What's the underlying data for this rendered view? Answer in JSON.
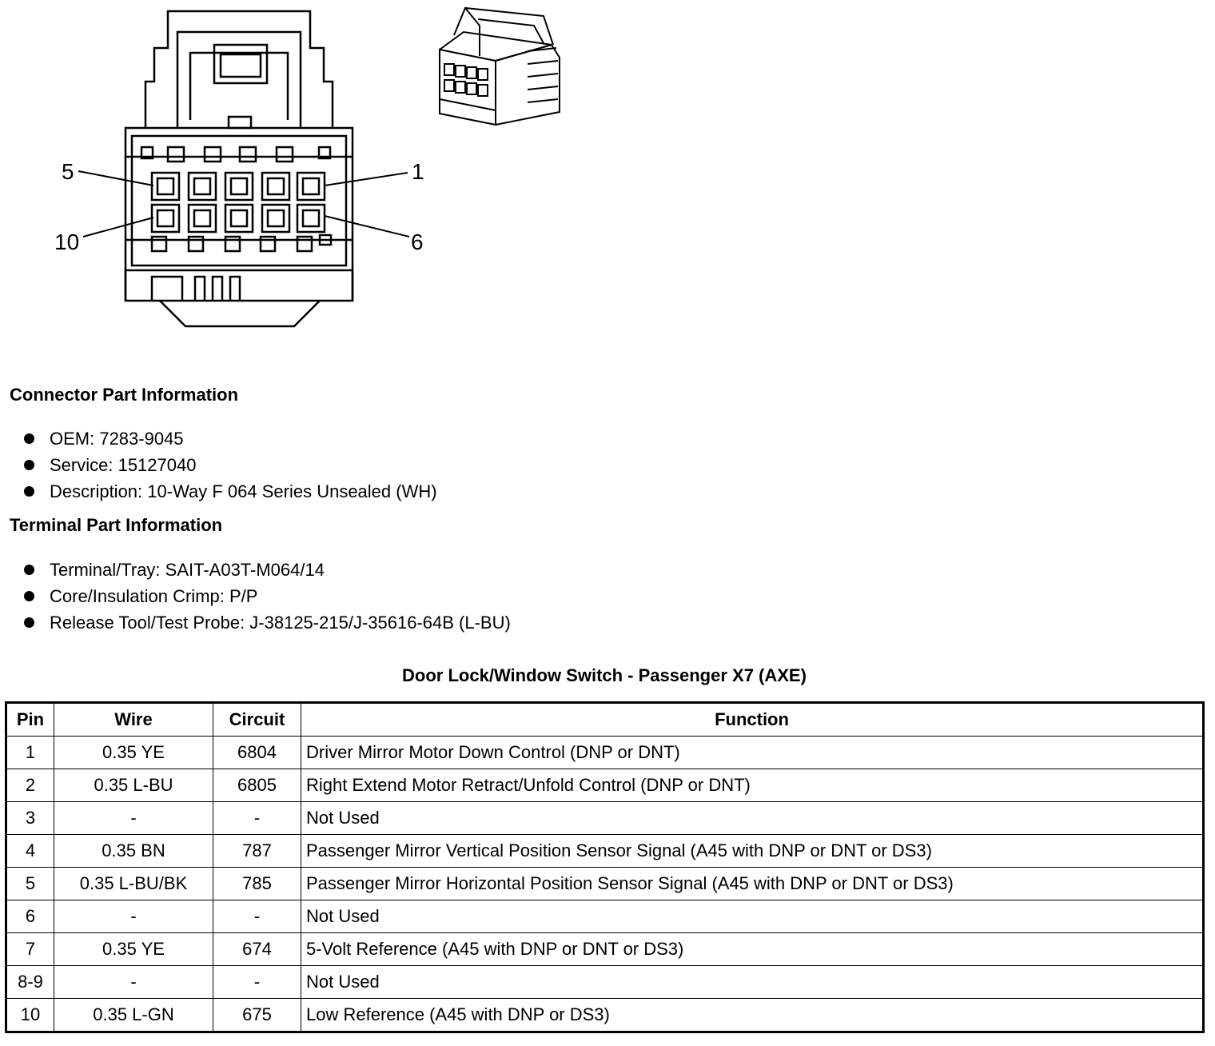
{
  "diagram": {
    "pin_labels": {
      "top_left": "5",
      "top_right": "1",
      "bottom_left": "10",
      "bottom_right": "6"
    }
  },
  "connector_section": {
    "heading": "Connector Part Information",
    "items": [
      "OEM: 7283-9045",
      "Service: 15127040",
      "Description: 10-Way F 064 Series Unsealed (WH)"
    ]
  },
  "terminal_section": {
    "heading": "Terminal Part Information",
    "items": [
      "Terminal/Tray: SAIT-A03T-M064/14",
      "Core/Insulation Crimp: P/P",
      "Release Tool/Test Probe: J-38125-215/J-35616-64B (L-BU)"
    ]
  },
  "table": {
    "title": "Door Lock/Window Switch - Passenger X7 (AXE)",
    "headers": [
      "Pin",
      "Wire",
      "Circuit",
      "Function"
    ],
    "rows": [
      [
        "1",
        "0.35 YE",
        "6804",
        "Driver Mirror Motor Down Control (DNP or DNT)"
      ],
      [
        "2",
        "0.35 L-BU",
        "6805",
        "Right Extend Motor Retract/Unfold Control (DNP or DNT)"
      ],
      [
        "3",
        "-",
        "-",
        "Not Used"
      ],
      [
        "4",
        "0.35 BN",
        "787",
        "Passenger Mirror Vertical Position Sensor Signal (A45 with DNP or DNT or DS3)"
      ],
      [
        "5",
        "0.35 L-BU/BK",
        "785",
        "Passenger Mirror Horizontal Position Sensor Signal (A45 with DNP or DNT or DS3)"
      ],
      [
        "6",
        "-",
        "-",
        "Not Used"
      ],
      [
        "7",
        "0.35 YE",
        "674",
        "5-Volt Reference (A45 with DNP or DNT or DS3)"
      ],
      [
        "8-9",
        "-",
        "-",
        "Not Used"
      ],
      [
        "10",
        "0.35 L-GN",
        "675",
        "Low Reference (A45 with DNP or DS3)"
      ]
    ]
  }
}
